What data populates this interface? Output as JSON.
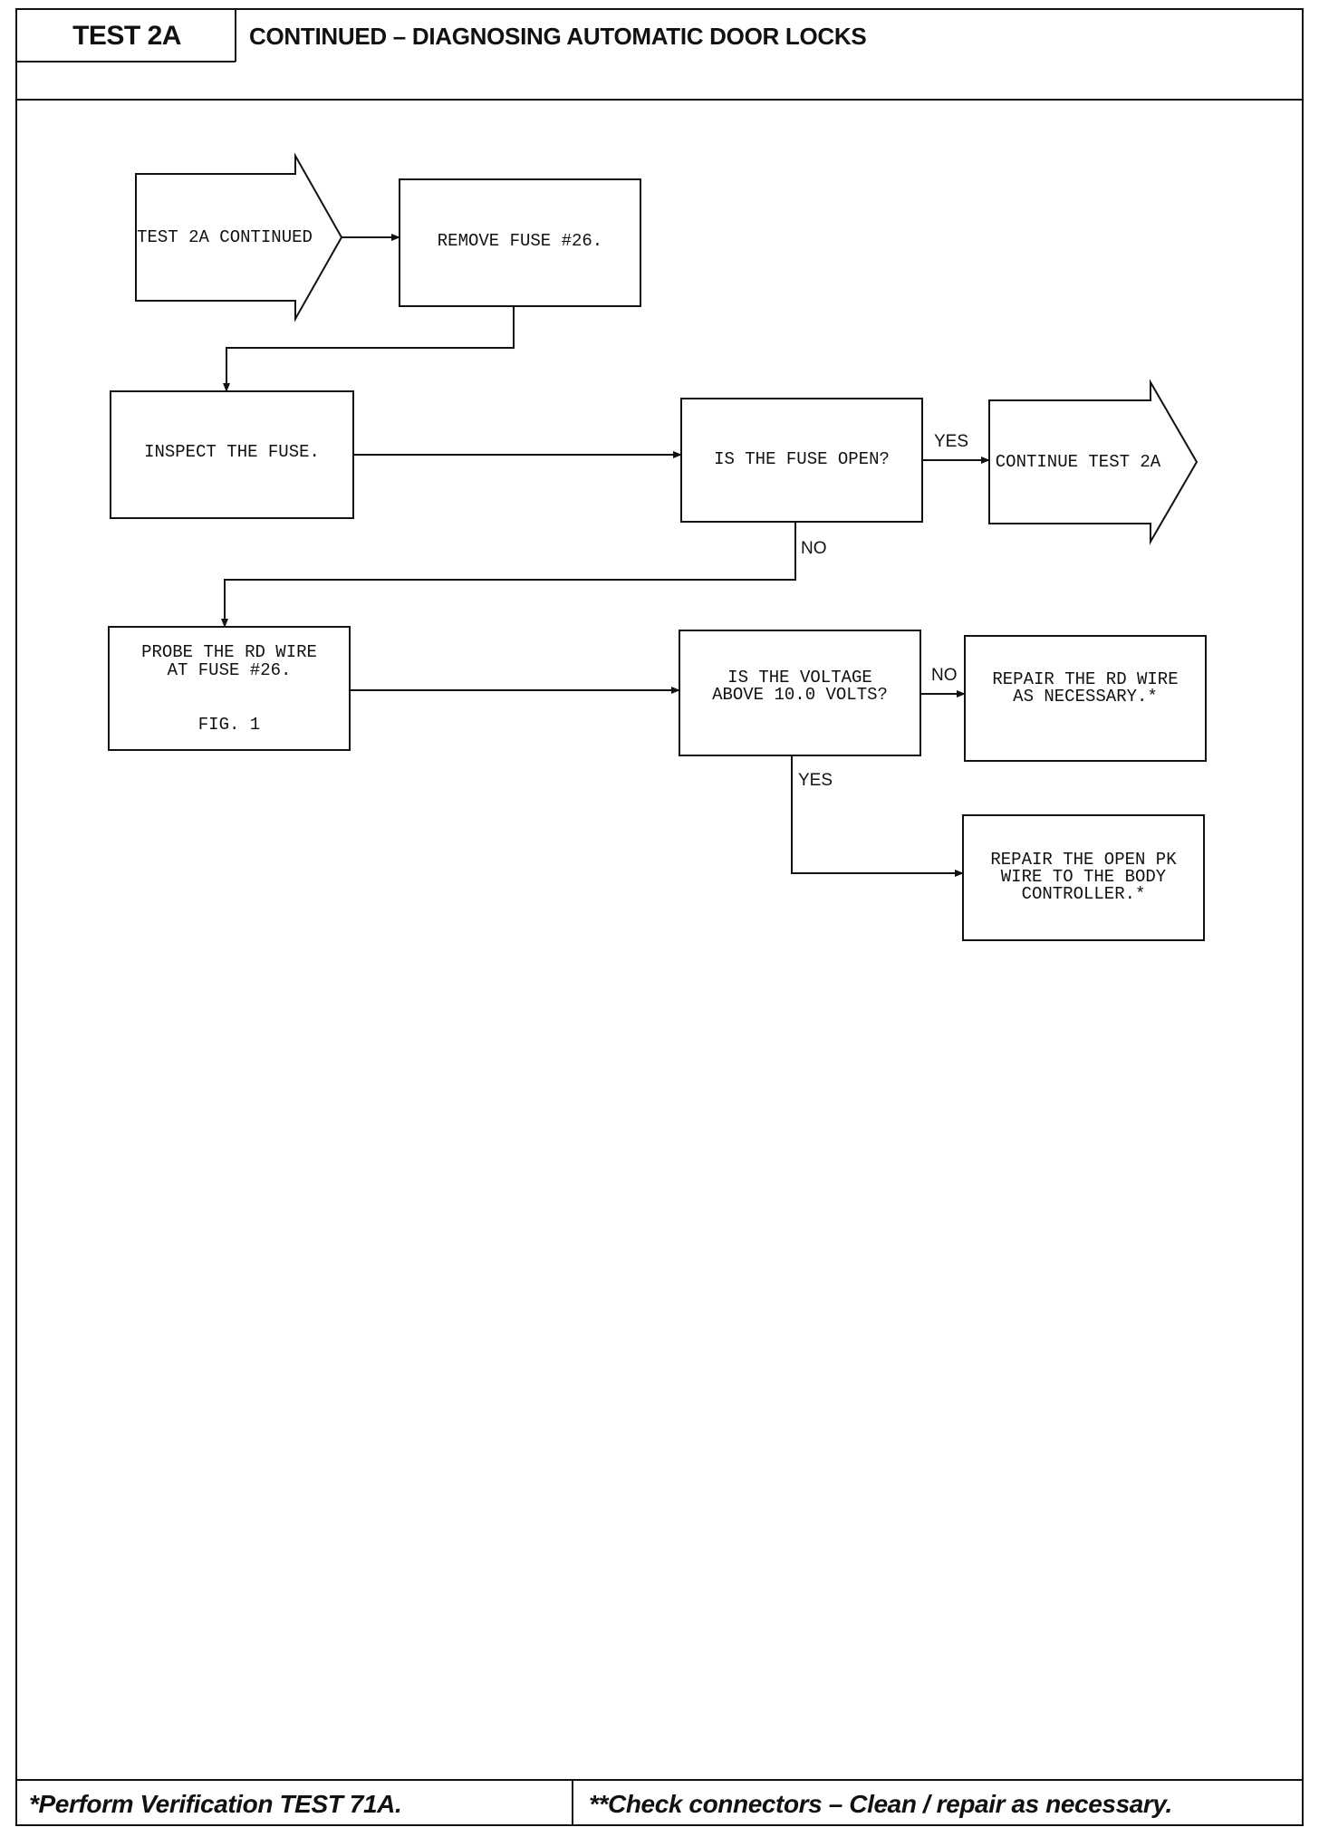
{
  "header": {
    "test_id": "TEST 2A",
    "title": "CONTINUED – DIAGNOSING AUTOMATIC DOOR LOCKS"
  },
  "footer": {
    "left_note": "*Perform Verification TEST 71A.",
    "right_note": "**Check connectors – Clean / repair as necessary."
  },
  "flowchart": {
    "start_arrow": "TEST 2A CONTINUED",
    "step_remove_fuse": "REMOVE FUSE #26.",
    "step_inspect_fuse": "INSPECT THE FUSE.",
    "decision_fuse_open": "IS THE FUSE OPEN?",
    "continue_arrow": "CONTINUE TEST 2A",
    "step_probe_line1": "PROBE THE RD WIRE",
    "step_probe_line2": "AT FUSE #26.",
    "step_probe_line3": "FIG. 1",
    "decision_voltage_line1": "IS THE VOLTAGE",
    "decision_voltage_line2": "ABOVE 10.0 VOLTS?",
    "repair_rd_line1": "REPAIR THE RD WIRE",
    "repair_rd_line2": "AS NECESSARY.*",
    "repair_pk_line1": "REPAIR THE OPEN PK",
    "repair_pk_line2": "WIRE TO THE BODY",
    "repair_pk_line3": "CONTROLLER.*",
    "label_yes": "YES",
    "label_no": "NO"
  }
}
